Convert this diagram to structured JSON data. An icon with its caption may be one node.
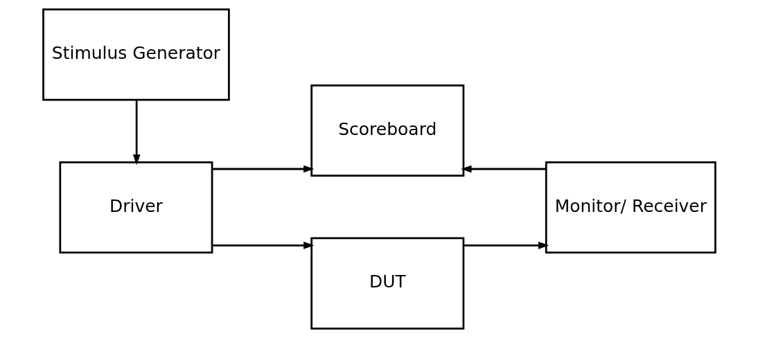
{
  "diagram": {
    "nodes": [
      {
        "text": [
          "Stimulus Generator"
        ]
      },
      {
        "text": [
          "Scoreboard"
        ]
      },
      {
        "text": [
          "Driver"
        ]
      },
      {
        "text": [
          "DUT"
        ]
      },
      {
        "text": [
          "Monitor/ Receiver"
        ]
      }
    ],
    "edges": [
      {
        "from": 0,
        "to": 2,
        "arrow": "to"
      },
      {
        "from": 2,
        "to": 1,
        "arrow": "to"
      },
      {
        "from": 2,
        "to": 3,
        "arrow": "to"
      },
      {
        "from": 3,
        "to": 4,
        "arrow": "to"
      },
      {
        "from": 4,
        "to": 1,
        "arrow": "to"
      }
    ]
  }
}
